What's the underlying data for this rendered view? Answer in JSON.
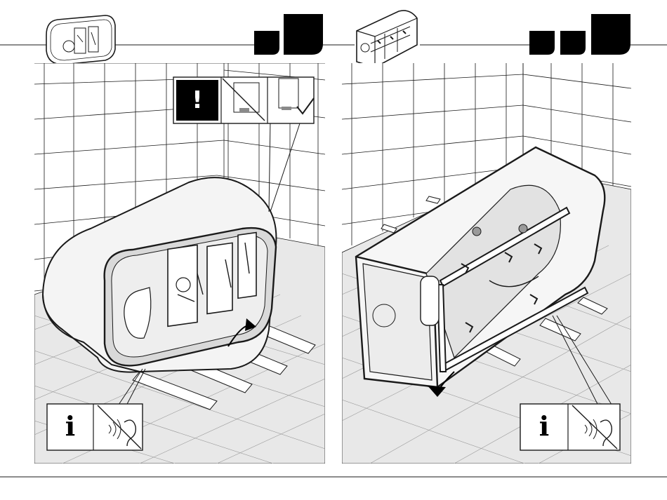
{
  "page": {
    "left_step": {
      "step_markers": 2,
      "warning_symbol": "!",
      "info_symbol": "i",
      "overview_icon": "wc-housing-closed-icon",
      "instruction_icons": [
        "warning-icon",
        "wrong-placement-icon",
        "correct-placement-icon",
        "info-icon",
        "no-noise-icon"
      ]
    },
    "right_step": {
      "step_markers": 3,
      "info_symbol": "i",
      "overview_icon": "wc-housing-frame-icon",
      "instruction_icons": [
        "info-icon",
        "no-noise-icon"
      ]
    },
    "colors": {
      "line": "#1a1a1a",
      "grey": "#d9d9d9",
      "floor": "#e8e8e8",
      "black": "#000000"
    }
  }
}
